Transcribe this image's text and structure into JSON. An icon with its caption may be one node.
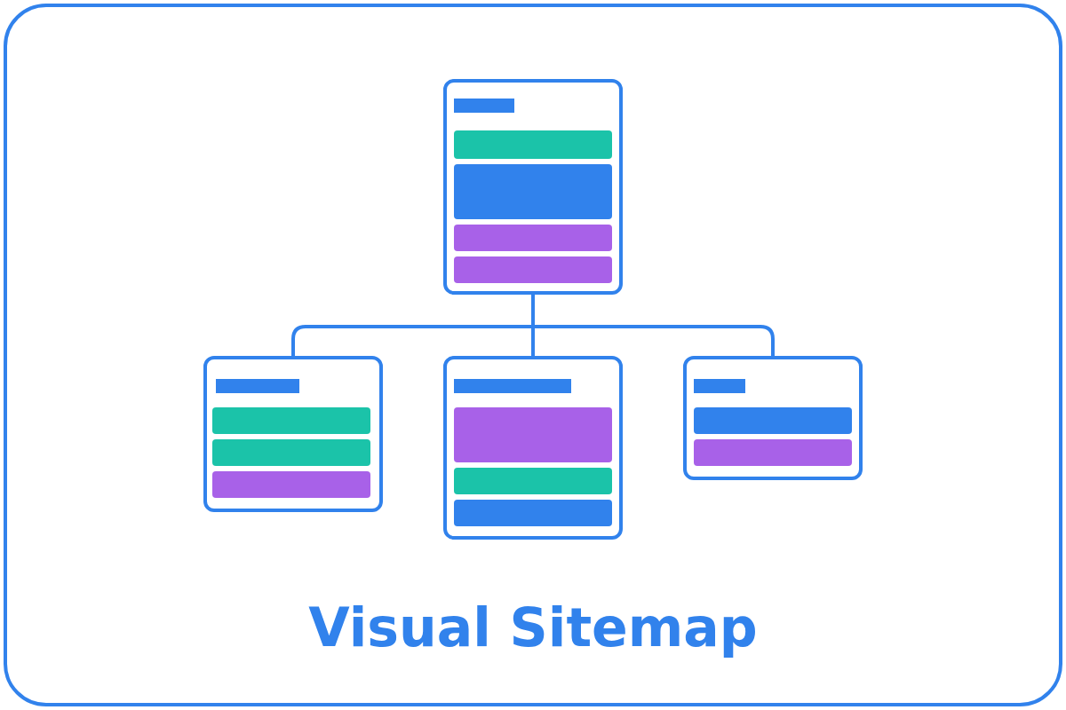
{
  "diagram": {
    "title": "Visual Sitemap",
    "nodes": [
      {
        "text": [],
        "shape": "box"
      },
      {
        "text": [],
        "shape": "box"
      },
      {
        "text": [],
        "shape": "box"
      },
      {
        "text": [],
        "shape": "box"
      }
    ],
    "edges": [
      {
        "from": 0,
        "to": 1,
        "arrow": "none"
      },
      {
        "from": 0,
        "to": 2,
        "arrow": "none"
      },
      {
        "from": 0,
        "to": 3,
        "arrow": "none"
      }
    ]
  }
}
